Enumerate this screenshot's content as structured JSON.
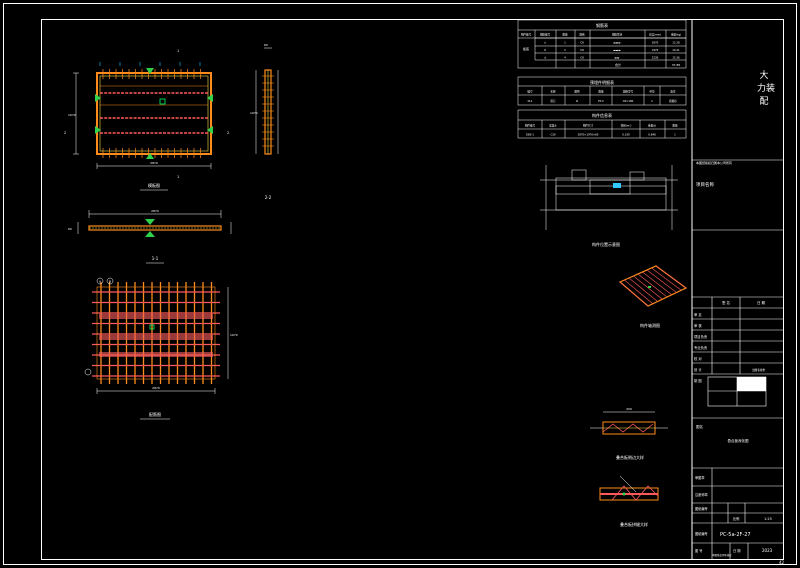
{
  "title_block": {
    "company_line1": "大",
    "company_line2": "力装",
    "company_line3": "配",
    "project_label": "项目名称",
    "row_labels": [
      "审 定",
      "审 核",
      "项目负责",
      "专业负责",
      "校 对",
      "设 计",
      "制 图"
    ],
    "col_head_1": "签 名",
    "col_head_2": "日 期",
    "stamp_label": "出图专用章",
    "drawing_title_label": "图名",
    "drawing_title": "叠合板深化图",
    "approval_label": "审图章",
    "approval_value": "",
    "seal_label": "注册师章",
    "drawing_no_label": "图纸编号",
    "scale_label": "比例",
    "scale_value": "1:25",
    "drawing_no": "PC-5a-2F-27",
    "sheet_label": "图 号",
    "date_label": "日 期",
    "date_value": "2023",
    "page_no": "42",
    "note_top": "本图纸版权归属本公司所有",
    "note_bottom": "本图纸仅用于施工"
  },
  "tables": {
    "rebar": {
      "title": "钢筋表",
      "headers": [
        "构件编号",
        "钢筋编号",
        "数量",
        "规格",
        "钢筋形状",
        "长度(mm)",
        "重量(kg)"
      ],
      "group_label": "板底",
      "rows": [
        [
          "①",
          "1",
          "C8",
          "▬▬▬",
          "2870",
          "12.28"
        ],
        [
          "②",
          "2",
          "C8",
          "▬▬▬",
          "1970",
          "10.21"
        ],
        [
          "③",
          "4",
          "C8",
          "▬▬",
          "2230",
          "15.36"
        ]
      ],
      "total_label": "合计",
      "total_value": "37.85"
    },
    "embedded": {
      "title": "预埋件明细表",
      "headers": [
        "编号",
        "名称",
        "图例",
        "数量",
        "规格型号",
        "单位",
        "备注"
      ],
      "row": [
        "M-1",
        "吊钉",
        "☒",
        "PT-C",
        "C6×180",
        "1",
        "按图示"
      ]
    },
    "components": {
      "title": "构件信息表",
      "headers": [
        "构件编号",
        "混凝土",
        "构件尺寸",
        "体积(m³)",
        "重量(t)",
        "数量"
      ],
      "row": [
        "DBS-1",
        "C30",
        "2870×1970×60",
        "0.339",
        "0.848",
        "1"
      ]
    }
  },
  "labels": {
    "plan": "模板图",
    "rebar_plan": "配筋图",
    "section_11": "1-1",
    "section_22": "2-2",
    "key_plan": "构件位置示意图",
    "iso": "构件轴测图",
    "detail_1": "叠合板侧边大样",
    "detail_2": "叠合板拼缝大样"
  },
  "dims": {
    "plan_width": "2870",
    "plan_height": "1970",
    "section_width": "2870",
    "section_height": "60",
    "rebar_width": "2870",
    "rebar_height": "1970",
    "detail_width": "200",
    "side_height": "1970",
    "side_thick": "60"
  },
  "markers": {
    "m1": "1",
    "m2": "2",
    "axis_a": "A",
    "axis_b": "B"
  }
}
